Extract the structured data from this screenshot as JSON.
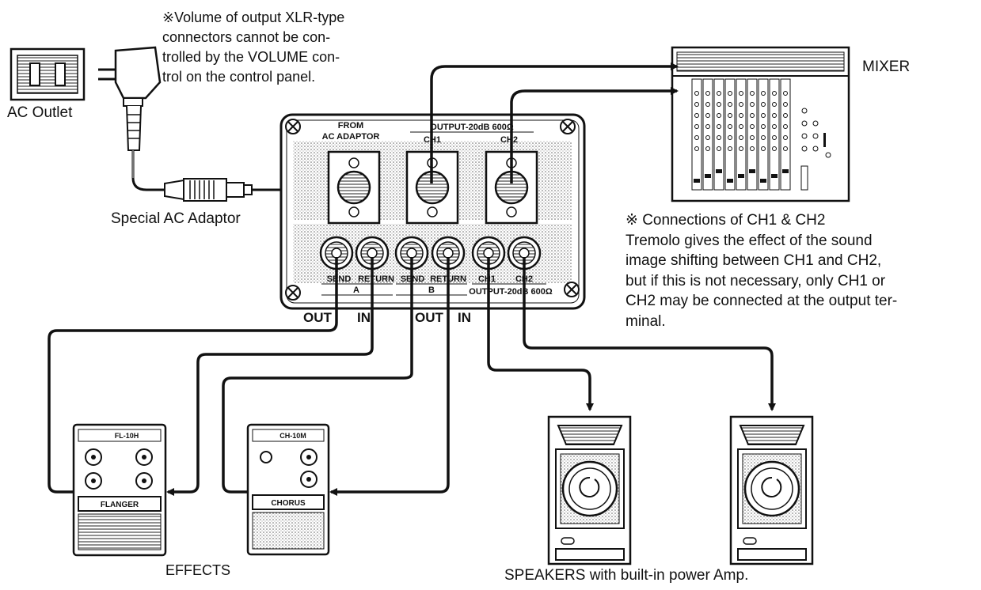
{
  "notes": {
    "volume_note": "※Volume of output XLR-type connectors cannot be controlled by the VOLUME control on the control panel.",
    "volume_note_lines": [
      "※Volume of output XLR-type",
      "connectors cannot be con-",
      "trolled by the VOLUME con-",
      "trol on the control panel."
    ],
    "ch_note_title": "※ Connections of CH1 & CH2",
    "ch_note_lines": [
      "Tremolo gives the effect of the sound",
      "image shifting between CH1 and CH2,",
      "but if this is not necessary, only CH1 or",
      "CH2 may be connected at the output ter-",
      "minal."
    ]
  },
  "labels": {
    "ac_outlet": "AC Outlet",
    "ac_adaptor": "Special AC Adaptor",
    "mixer": "MIXER",
    "effects": "EFFECTS",
    "speakers": "SPEAKERS with built-in power Amp.",
    "out_a": "OUT",
    "in_a": "IN",
    "out_b": "OUT",
    "in_b": "IN"
  },
  "panel": {
    "from_label": "FROM",
    "ac_adaptor_label": "AC ADAPTOR",
    "output_top_label": "OUTPUT-20dB 600Ω",
    "ch1_top": "CH1",
    "ch2_top": "CH2",
    "send_a": "SEND",
    "return_a": "RETURN",
    "a_label": "A",
    "send_b": "SEND",
    "return_b": "RETURN",
    "b_label": "B",
    "ch1_bottom": "CH1",
    "ch2_bottom": "CH2",
    "output_bottom_label": "OUTPUT-20dB 600Ω"
  },
  "pedals": {
    "flanger_name": "FLANGER",
    "flanger_model": "FL-10H",
    "chorus_name": "CHORUS",
    "chorus_model": "CH-10M"
  },
  "colors": {
    "ink": "#111111",
    "paper": "#ffffff",
    "panel_gray": "#c8c8c8"
  }
}
